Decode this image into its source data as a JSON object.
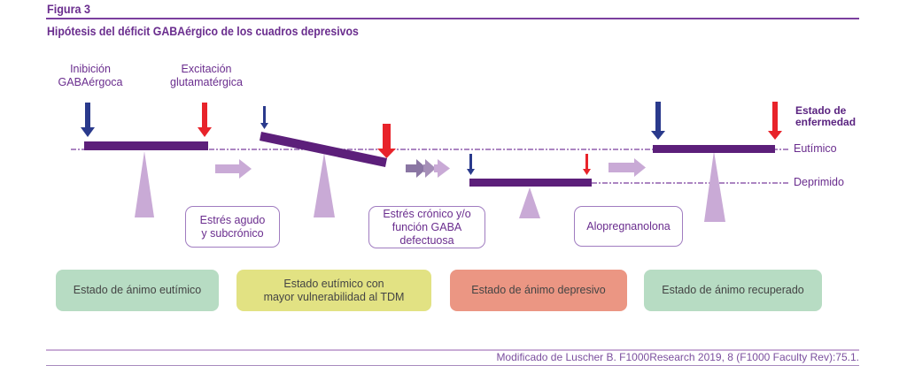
{
  "figure": {
    "label": "Figura 3",
    "title": "Hipótesis del déficit GABAérgico de los cuadros depresivos",
    "source": "Modificado de Luscher B. F1000Research 2019, 8 (F1000 Faculty Rev):75.1."
  },
  "labels": {
    "inhibition": [
      "Inibición",
      "GABAérgoca"
    ],
    "excitation": [
      "Excitación",
      "glutamatérgica"
    ]
  },
  "states": {
    "heading": [
      "Estado de",
      "enfermedad"
    ],
    "euthymic": "Eutímico",
    "depressed": "Deprimido"
  },
  "transitions": [
    {
      "id": "acute-stress",
      "lines": [
        "Estrés agudo",
        "y subcrónico"
      ]
    },
    {
      "id": "chronic-stress",
      "lines": [
        "Estrés crónico y/o",
        "función GABA",
        "defectuosa"
      ]
    },
    {
      "id": "allopregnanolone",
      "lines": [
        "Alopregnanolona"
      ]
    }
  ],
  "moods": [
    {
      "id": "euthymic",
      "lines": [
        "Estado de ánimo eutímico"
      ],
      "color": "#b7dcc3"
    },
    {
      "id": "vulnerable",
      "lines": [
        "Estado eutímico con",
        "mayor vulnerabilidad al TDM"
      ],
      "color": "#e2e283"
    },
    {
      "id": "depressive",
      "lines": [
        "Estado de ánimo depresivo"
      ],
      "color": "#eb9683"
    },
    {
      "id": "recovered",
      "lines": [
        "Estado de ánimo recuperado"
      ],
      "color": "#b7dcc3"
    }
  ],
  "colors": {
    "purple": "#5c1f7a",
    "fulcrum": "#c9aad6",
    "gaba_arrow": "#2a3a8c",
    "glu_arrow": "#e8232a",
    "text": "#6a2d8e"
  }
}
